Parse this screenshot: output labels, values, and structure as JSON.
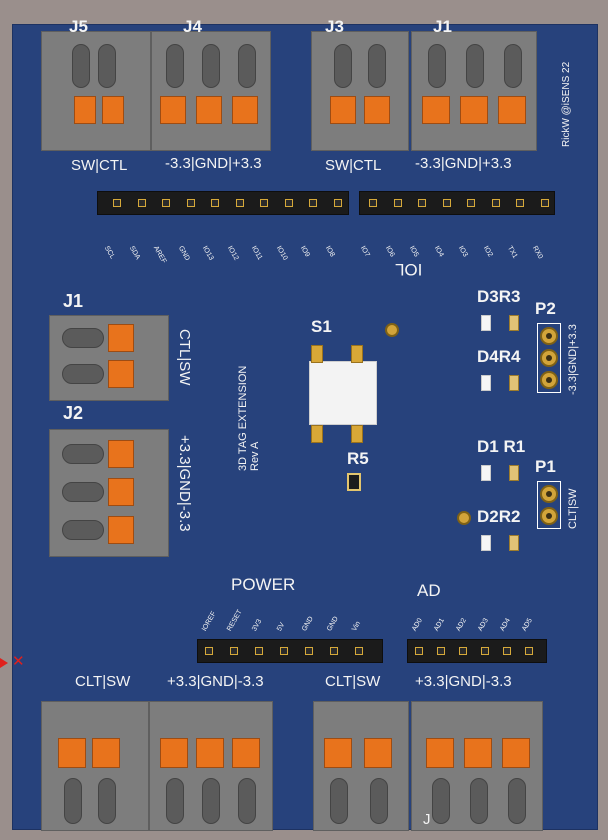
{
  "board": {
    "credit": "RickW @iSENS 22",
    "title_line1": "3D TAG EXTENSION",
    "title_line2": "Rev A",
    "iol_label": "IOL",
    "power_label": "POWER",
    "ad_label": "AD",
    "top_labels": [
      "J5",
      "J4",
      "J3",
      "J1"
    ],
    "bottom_marker": "J"
  },
  "top_connectors": {
    "left_small_label": "SW|CTL",
    "left_big_label": "-3.3|GND|+3.3",
    "right_small_label": "SW|CTL",
    "right_big_label": "-3.3|GND|+3.3"
  },
  "left_connectors": {
    "j1_label": "J1",
    "j1_side": "CTL|SW",
    "j2_label": "J2",
    "j2_side": "+3.3|GND|-3.3"
  },
  "bottom_connectors": {
    "left_small_label": "CLT|SW",
    "left_big_label": "+3.3|GND|-3.3",
    "right_small_label": "CLT|SW",
    "right_big_label": "+3.3|GND|-3.3"
  },
  "components": {
    "s1": "S1",
    "r5": "R5",
    "d3r3": "D3R3",
    "d4r4": "D4R4",
    "d1r1": "D1 R1",
    "d2r2": "D2R2",
    "p2": "P2",
    "p2_side": "-3.3|GND|+3.3",
    "p1": "P1",
    "p1_side": "CLT|SW"
  },
  "header_top_left_pins": [
    "SCL",
    "SDA",
    "AREF",
    "GND",
    "IO13",
    "IO12",
    "IO11",
    "IO10",
    "IO9",
    "IO8"
  ],
  "header_top_right_pins": [
    "IO7",
    "IO6",
    "IO5",
    "IO4",
    "IO3",
    "IO2",
    "TX1",
    "RX0"
  ],
  "power_pins": [
    "IOREF",
    "RESET",
    "3V3",
    "5V",
    "GND",
    "GND",
    "Vin"
  ],
  "ad_pins": [
    "AD0",
    "AD1",
    "AD2",
    "AD3",
    "AD4",
    "AD5"
  ],
  "colors": {
    "board": "#27427c",
    "terminal": "#7d7d7d",
    "lever": "#e8731c",
    "silk": "#f4f4f4",
    "marker": "#e0201c"
  }
}
